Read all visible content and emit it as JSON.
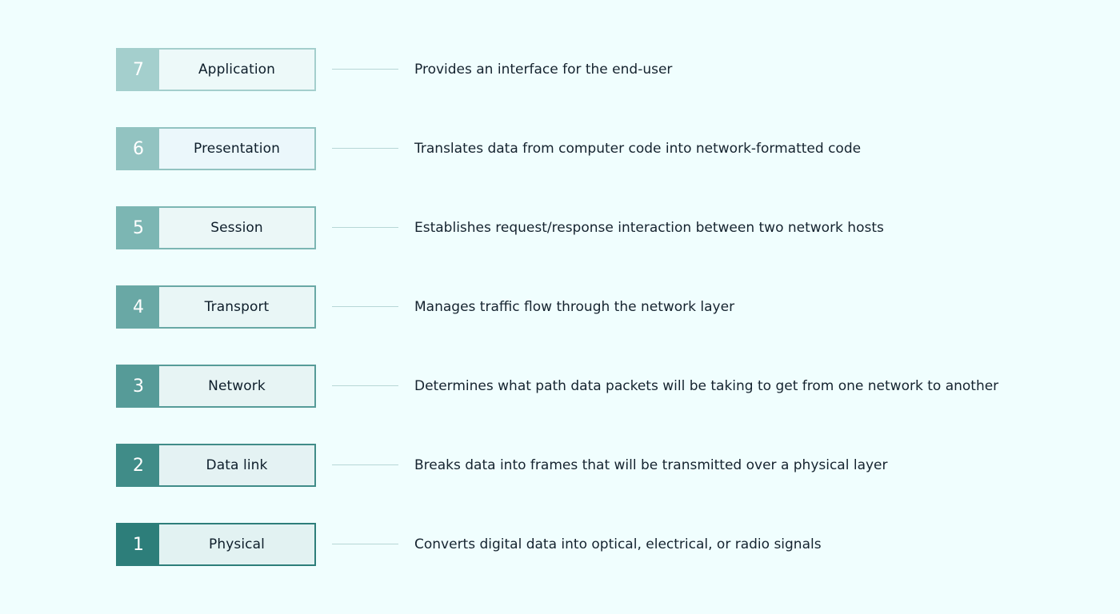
{
  "layers": [
    {
      "number": "7",
      "name": "Application",
      "description": "Provides an interface for the end-user",
      "accent": "#a4cfcd",
      "border": "#a4cfcd",
      "fill": "#edf9f9"
    },
    {
      "number": "6",
      "name": "Presentation",
      "description": "Translates data from computer code into network-formatted code",
      "accent": "#92c3c1",
      "border": "#92c3c1",
      "fill": "#ebf7fb"
    },
    {
      "number": "5",
      "name": "Session",
      "description": "Establishes request/response interaction between two network hosts",
      "accent": "#7cb6b3",
      "border": "#7cb6b3",
      "fill": "#ebf7f7"
    },
    {
      "number": "4",
      "name": "Transport",
      "description": "Manages traffic flow through the network layer",
      "accent": "#69a8a5",
      "border": "#69a8a5",
      "fill": "#e9f6f6"
    },
    {
      "number": "3",
      "name": "Network",
      "description": "Determines what path data packets will be taking to get from one network to another",
      "accent": "#569b98",
      "border": "#569b98",
      "fill": "#e7f4f4"
    },
    {
      "number": "2",
      "name": "Data link",
      "description": "Breaks data into frames that will be transmitted over a physical layer",
      "accent": "#408c88",
      "border": "#408c88",
      "fill": "#e4f2f3"
    },
    {
      "number": "1",
      "name": "Physical",
      "description": "Converts digital data into optical, electrical, or radio signals",
      "accent": "#2d7e7a",
      "border": "#2d7e7a",
      "fill": "#e2f2f2"
    }
  ]
}
